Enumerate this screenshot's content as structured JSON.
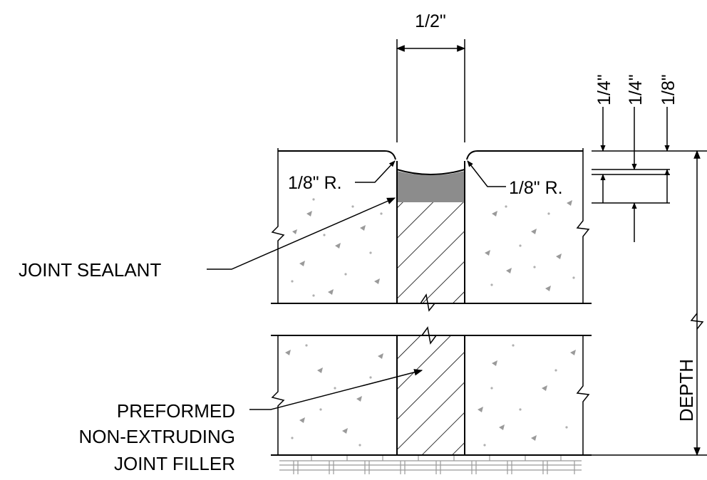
{
  "title": "",
  "dimensions": {
    "joint_width": "1/2\"",
    "radius_left": "1/8\" R.",
    "radius_right": "1/8\" R.",
    "right_dim_1": "1/4\"",
    "right_dim_2": "1/4\"",
    "right_dim_3": "1/8\"",
    "depth": "DEPTH"
  },
  "callouts": {
    "joint_sealant": "JOINT SEALANT",
    "filler_line1": "PREFORMED",
    "filler_line2": "NON-EXTRUDING",
    "filler_line3": "JOINT FILLER"
  },
  "colors": {
    "sealant": "#8c8c8c",
    "lines": "#000000",
    "aggregate": "#9a9a9a"
  }
}
